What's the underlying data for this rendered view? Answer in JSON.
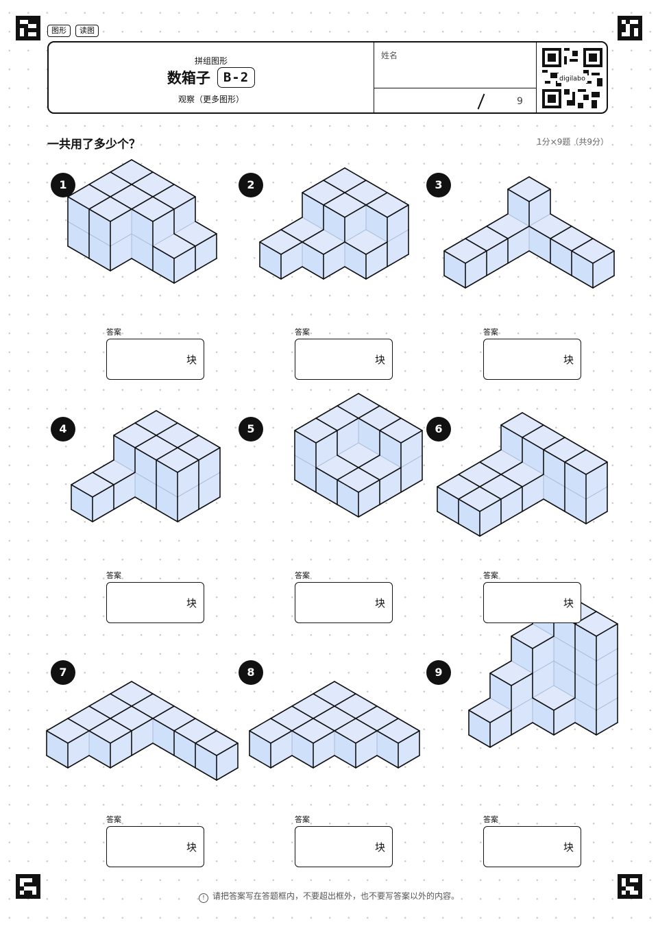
{
  "tags": [
    {
      "label": "图形"
    },
    {
      "label": "读图"
    }
  ],
  "header": {
    "subtitle": "拼组图形",
    "title": "数箱子",
    "code": "B-2",
    "description": "观察（更多图形）",
    "name_label": "姓名",
    "total": "9",
    "qr_label": "digilabo"
  },
  "question": "一共用了多少个？",
  "score": "1分×9题（共9分）",
  "answer_label": "答案",
  "unit": "块",
  "problems": [
    {
      "number": "1"
    },
    {
      "number": "2"
    },
    {
      "number": "3"
    },
    {
      "number": "4"
    },
    {
      "number": "5"
    },
    {
      "number": "6"
    },
    {
      "number": "7"
    },
    {
      "number": "8"
    },
    {
      "number": "9"
    }
  ],
  "footer": "请把答案写在答题框内，不要超出框外，也不要写答案以外的内容。",
  "colors": {
    "cube_top": "#dfe9fb",
    "cube_left": "#cfe0fa",
    "cube_right": "#d8e5fb",
    "outline": "#111111",
    "grid_line": "#a9b8d3"
  }
}
